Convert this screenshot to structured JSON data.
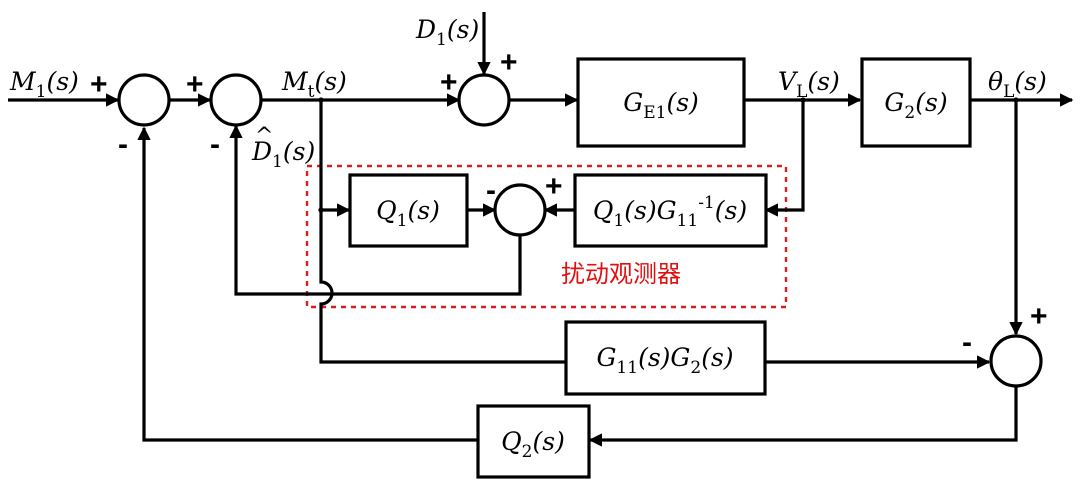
{
  "signals": {
    "m1": {
      "base": "M",
      "sub": "1",
      "tail": "(s)"
    },
    "d1": {
      "base": "D",
      "sub": "1",
      "tail": "(s)"
    },
    "mt": {
      "base": "M",
      "sub": "t",
      "tail": "(s)"
    },
    "vl": {
      "base": "V",
      "sub": "L",
      "tail": "(s)"
    },
    "thl": {
      "base": "θ",
      "sub": "L",
      "tail": "(s)"
    },
    "d1hat": {
      "base": "D",
      "sub": "1",
      "tail": "(s)",
      "hat": "^"
    }
  },
  "blocks": {
    "ge1": {
      "base": "G",
      "sub": "E1",
      "tail": "(s)"
    },
    "g2": {
      "base": "G",
      "sub": "2",
      "tail": "(s)"
    },
    "q1": {
      "base": "Q",
      "sub": "1",
      "tail": "(s)"
    },
    "q1g11inv": {
      "p1": "Q",
      "s1": "1",
      "p2": "(s)G",
      "s2": "11",
      "sup": "-1",
      "p3": "(s)"
    },
    "g11g2": {
      "p1": "G",
      "s1": "11",
      "p2": "(s)G",
      "s2": "2",
      "p3": "(s)"
    },
    "q2": {
      "base": "Q",
      "sub": "2",
      "tail": "(s)"
    }
  },
  "signs": {
    "sum1_in": "+",
    "sum1_fb": "-",
    "sum2_in": "+",
    "sum2_fb": "-",
    "sum3_in": "+",
    "sum3_dist": "+",
    "sum4_fb": "-",
    "sum4_in": "+",
    "sum5_in": "-",
    "sum5_top": "+"
  },
  "observer_label": "扰动观测器"
}
